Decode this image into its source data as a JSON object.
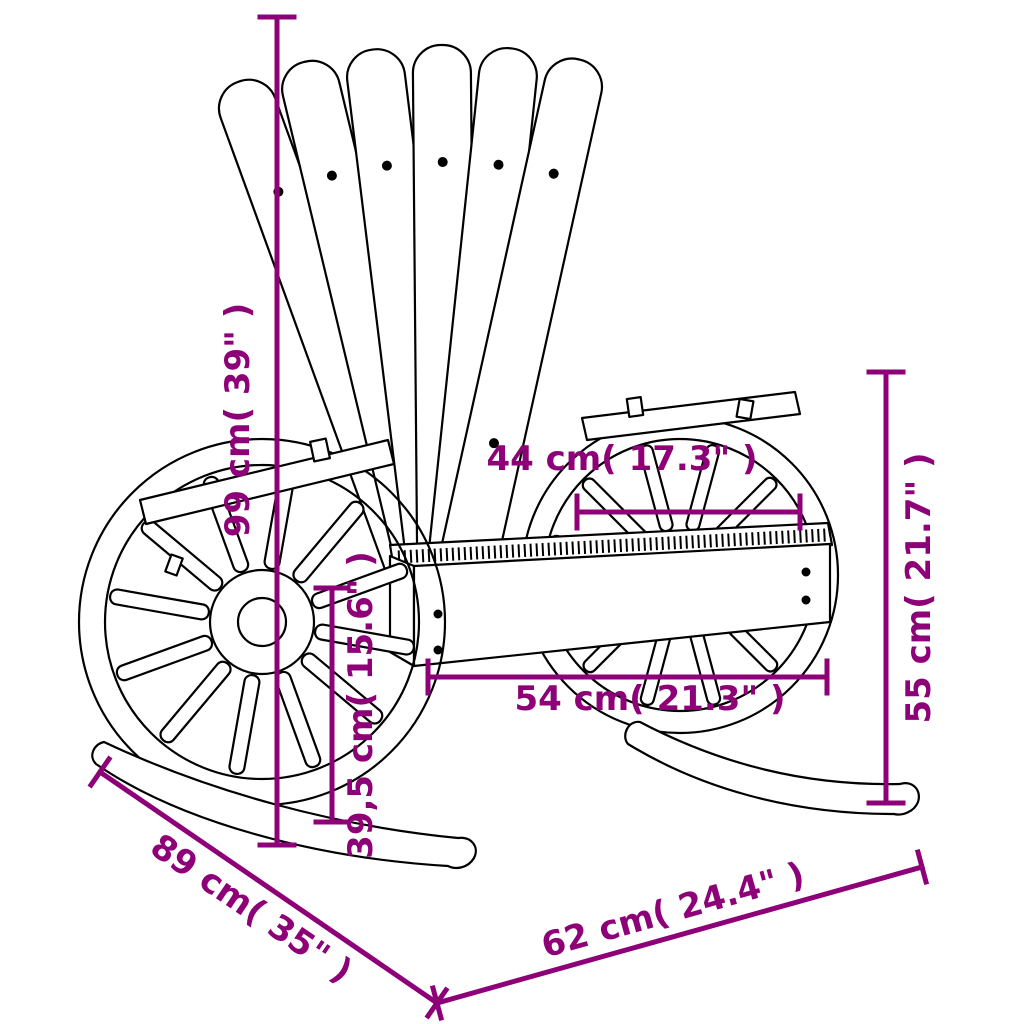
{
  "diagram": {
    "subject": "Adirondack rocking chair with wagon wheel sides - dimension drawing",
    "background_color": "#ffffff",
    "art_color": "#000000",
    "dimension_color": "#8E0077",
    "dimensions": {
      "back_height": "99 cm( 39\" )",
      "seat_depth": "44 cm( 17.3\" )",
      "seat_width": "54 cm( 21.3\" )",
      "armrest_height": "55 cm( 21.7\" )",
      "seat_height": "39,5 cm( 15.6\" )",
      "overall_depth": "89 cm( 35\" )",
      "overall_width": "62 cm( 24.4\" )"
    }
  }
}
